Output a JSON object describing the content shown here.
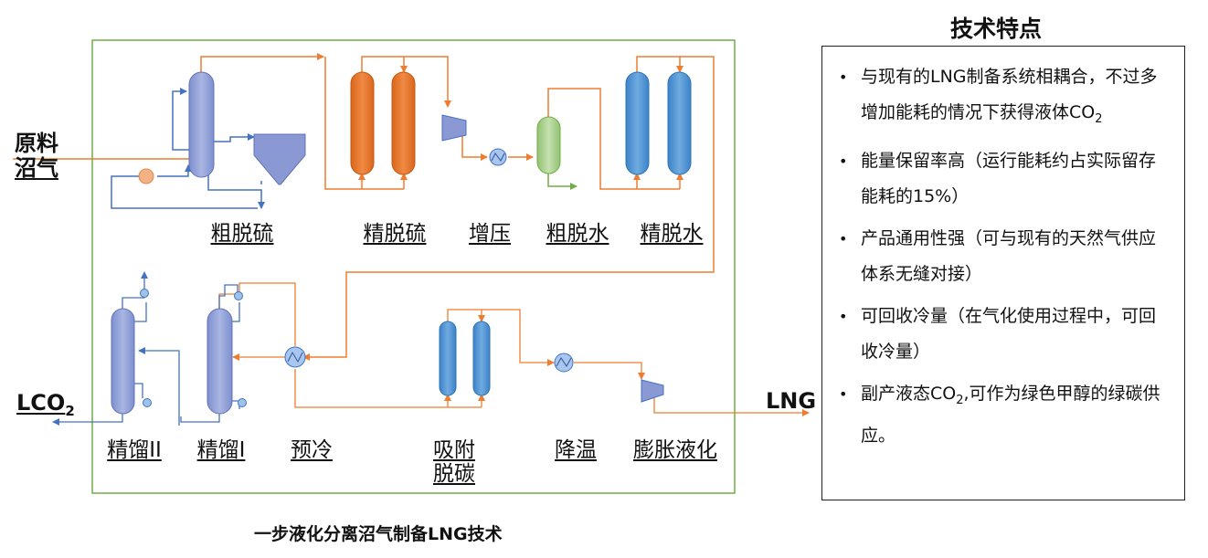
{
  "diagram": {
    "inputs": {
      "feed_line1": "原料",
      "feed_line2": "沼气"
    },
    "outputs": {
      "lco2_main": "LCO",
      "lco2_sub": "2",
      "lng": "LNG"
    },
    "stages": {
      "coarse_desulfurization": "粗脱硫",
      "fine_desulfurization": "精脱硫",
      "compression": "增压",
      "coarse_dehydration": "粗脱水",
      "fine_dehydration": "精脱水",
      "rectification_2": "精馏II",
      "rectification_1": "精馏I",
      "precooling": "预冷",
      "adsorption_line1": "吸附",
      "adsorption_line2": "脱碳",
      "cooling": "降温",
      "expansion_liquefaction": "膨胀液化"
    },
    "caption": "一步液化分离沼气制备LNG技术",
    "colors": {
      "frame": "#70ad47",
      "flow_orange": "#ed7d31",
      "flow_blue": "#4472c4",
      "column_lavender": "#8f9fd6",
      "column_orange": "#ed7d31",
      "column_blue": "#5b9bd5",
      "separator_green": "#a9d18e",
      "pump_salmon": "#f4b183"
    }
  },
  "features": {
    "title": "技术特点",
    "items": [
      {
        "text": "与现有的LNG制备系统相耦合，不过多增加能耗的情况下获得液体CO",
        "sub": "2",
        "after": ""
      },
      {
        "text": "能量保留率高（运行能耗约占实际留存能耗的15%）",
        "sub": "",
        "after": ""
      },
      {
        "text": "产品通用性强（可与现有的天然气供应体系无缝对接）",
        "sub": "",
        "after": ""
      },
      {
        "text": "可回收冷量（在气化使用过程中，可回收冷量）",
        "sub": "",
        "after": ""
      },
      {
        "text": "副产液态CO",
        "sub": "2",
        "after": ",可作为绿色甲醇的绿碳供应。"
      }
    ]
  }
}
